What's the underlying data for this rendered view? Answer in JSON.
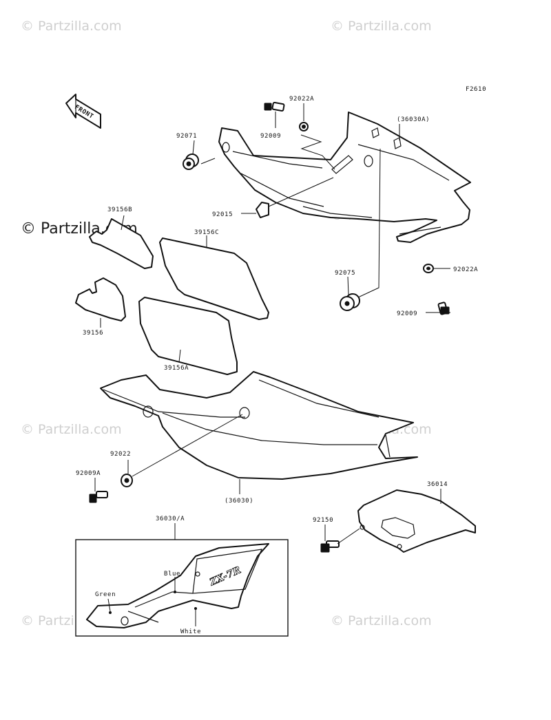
{
  "figure_code": "F2610",
  "front_label": "FRONT",
  "watermark": "© Partzilla.com",
  "decal_colors": {
    "blue": "Blue",
    "green": "Green",
    "white": "White",
    "logo": "ZX-7R"
  },
  "parts": [
    "92022A",
    "92009",
    "(36030A)",
    "92071",
    "92015",
    "39156B",
    "39156C",
    "92075",
    "92022A",
    "92009",
    "39156",
    "39156A",
    "92022",
    "92009A",
    "(36030)",
    "36014",
    "92150",
    "36030/A"
  ]
}
